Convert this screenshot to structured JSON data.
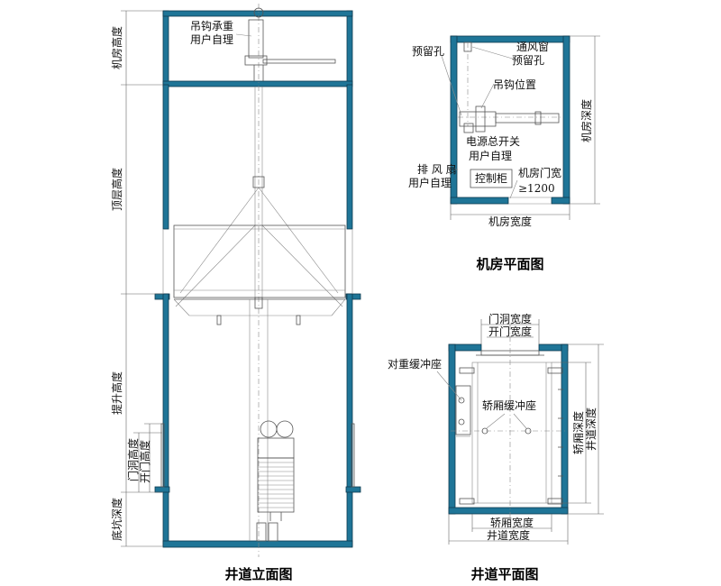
{
  "colors": {
    "wall": "#1f7597",
    "line": "#555555"
  },
  "elevation": {
    "title": "井道立面图",
    "hook_note_1": "吊钩承重",
    "hook_note_2": "用户自理",
    "dims": {
      "machine_room_height": "机房高度",
      "top_floor_height": "顶层高度",
      "travel_height": "提升高度",
      "door_hole_height": "门洞高度",
      "door_open_height": "开门高度",
      "pit_depth": "底坑深度"
    }
  },
  "machine_room_plan": {
    "title": "机房平面图",
    "reserved_hole": "预留孔",
    "vent_1": "通风窗",
    "vent_2": "预留孔",
    "hook_position": "吊钩位置",
    "power_switch": "电源总开关",
    "self_managed": "用户自理",
    "exhaust_fan": "排 风 扇",
    "exhaust_self": "用户自理",
    "control_cabinet": "控制柜",
    "door_width": "机房门宽",
    "door_width_value": "≥1200",
    "depth": "机房深度",
    "width": "机房宽度"
  },
  "shaft_plan": {
    "title": "井道平面图",
    "door_hole_width": "门洞宽度",
    "door_open_width": "开门宽度",
    "cw_buffer": "对重缓冲座",
    "car_buffer": "轿厢缓冲座",
    "car_depth": "轿厢深度",
    "shaft_depth": "井道深度",
    "car_width": "轿厢宽度",
    "shaft_width": "井道宽度"
  }
}
